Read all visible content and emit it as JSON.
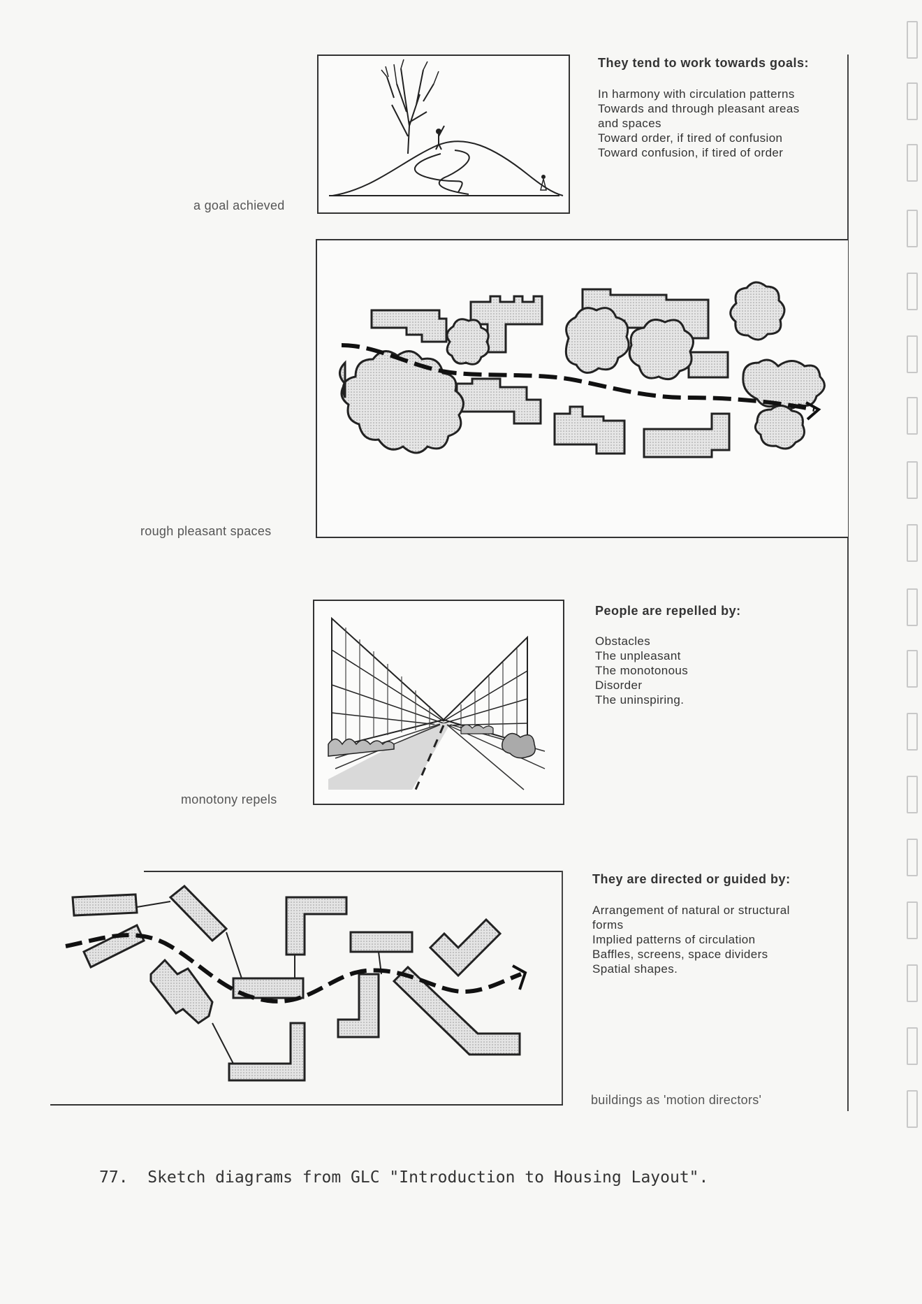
{
  "section1": {
    "caption": "a goal achieved",
    "heading": "They tend to work towards goals:",
    "lines": [
      "In harmony with circulation patterns",
      "Towards and through pleasant areas",
      "and spaces",
      "Toward order, if tired of confusion",
      "Toward confusion, if tired of order"
    ]
  },
  "section2": {
    "caption": "rough pleasant spaces"
  },
  "section3": {
    "caption": "monotony repels",
    "heading": "People are repelled by:",
    "lines": [
      "Obstacles",
      "The unpleasant",
      "The monotonous",
      "Disorder",
      "The uninspiring."
    ]
  },
  "section4": {
    "caption": "buildings as 'motion directors'",
    "heading": "They are directed or guided by:",
    "lines": [
      "Arrangement of natural or structural",
      "forms",
      "Implied patterns of circulation",
      "Baffles, screens, space dividers",
      "Spatial shapes."
    ]
  },
  "footnote": "77.  Sketch diagrams from GLC \"Introduction to Housing Layout\"."
}
